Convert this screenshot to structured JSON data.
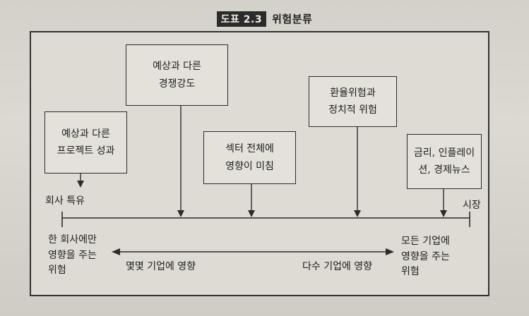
{
  "caption": {
    "tag": "도표 2.3",
    "title": "위험분류"
  },
  "boxes": {
    "project": [
      "예상과 다른",
      "프로젝트 성과"
    ],
    "competition": [
      "예상과 다른",
      "경쟁강도"
    ],
    "sector": [
      "섹터 전체에",
      "영향이 미침"
    ],
    "exchange": [
      "환율위험과",
      "정치적 위험"
    ],
    "macro": [
      "금리, 인플레이",
      "션, 경제뉴스"
    ]
  },
  "axis": {
    "left_end": "회사 특유",
    "right_end": "시장"
  },
  "bottom": {
    "left": [
      "한 회사에만",
      "영향을 주는",
      "위험"
    ],
    "few": "몇몇 기업에 영향",
    "many": "다수 기업에 영향",
    "right": [
      "모든 기업에",
      "영향을 주는",
      "위험"
    ]
  }
}
